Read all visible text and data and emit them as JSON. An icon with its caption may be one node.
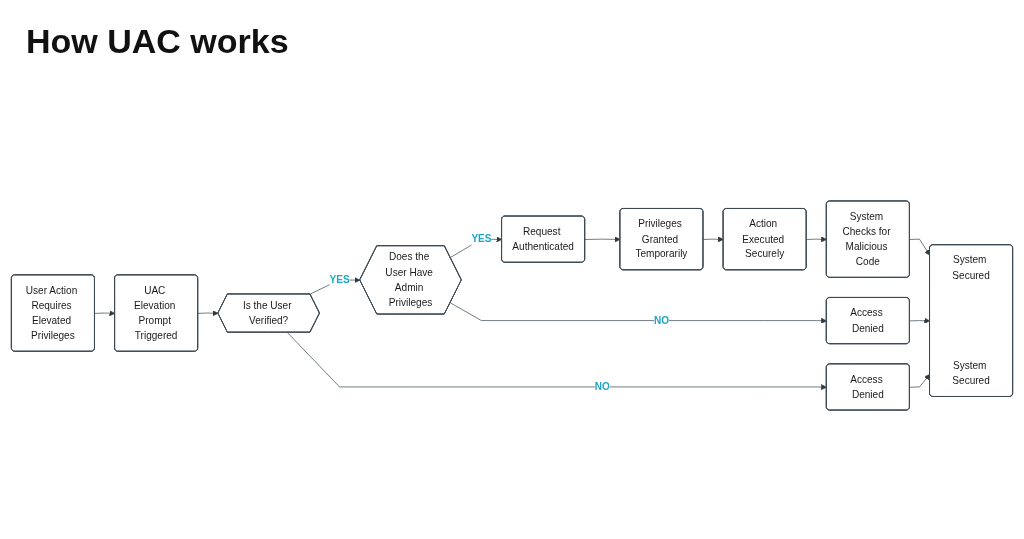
{
  "diagram": {
    "title": "How UAC works",
    "nodes": [
      {
        "text": [
          "User Action Requires Elevated Privileges"
        ]
      },
      {
        "text": [
          "UAC Elevation Prompt Triggered"
        ]
      },
      {
        "text": [
          "Is the User Verified?"
        ]
      },
      {
        "text": [
          "Does the User Have Admin Privileges"
        ]
      },
      {
        "text": [
          "Request Authenticated"
        ]
      },
      {
        "text": [
          "Privileges Granted Temporarily"
        ]
      },
      {
        "text": [
          "Action Executed Securely"
        ]
      },
      {
        "text": [
          "System Checks for Malicious Code"
        ]
      },
      {
        "text": [
          "Access Denied"
        ]
      },
      {
        "text": [
          "Access Denied"
        ]
      },
      {
        "text": [
          "System Secured",
          "System Secured"
        ]
      }
    ],
    "edges": [
      {
        "from": 0,
        "to": 1,
        "arrow": "to"
      },
      {
        "from": 1,
        "to": 2,
        "arrow": "to"
      },
      {
        "from": 2,
        "to": 3,
        "label": "YES",
        "arrow": "to"
      },
      {
        "from": 3,
        "to": 4,
        "label": "YES",
        "arrow": "to"
      },
      {
        "from": 4,
        "to": 5,
        "arrow": "to"
      },
      {
        "from": 5,
        "to": 6,
        "arrow": "to"
      },
      {
        "from": 6,
        "to": 7,
        "arrow": "to"
      },
      {
        "from": 7,
        "to": 10,
        "arrow": "to"
      },
      {
        "from": 3,
        "to": 8,
        "label": "NO",
        "arrow": "to"
      },
      {
        "from": 8,
        "to": 10,
        "arrow": "to"
      },
      {
        "from": 2,
        "to": 9,
        "label": "NO",
        "arrow": "to"
      },
      {
        "from": 9,
        "to": 10,
        "arrow": "to"
      }
    ]
  }
}
